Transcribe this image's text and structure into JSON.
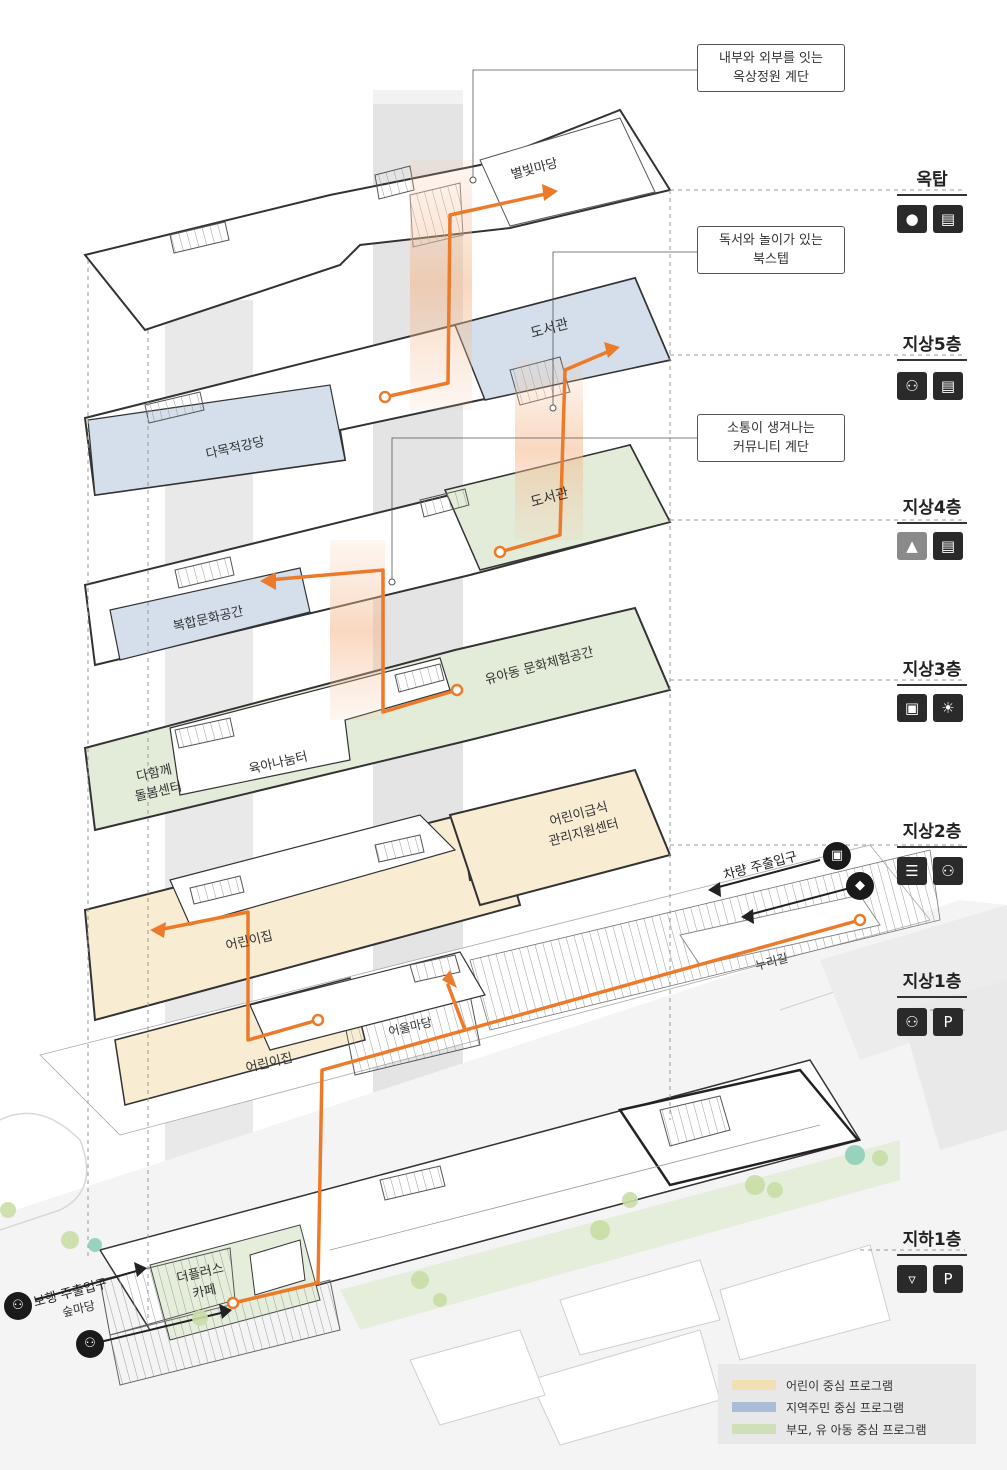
{
  "callouts": {
    "rooftop_stair": "내부와 외부를 잇는\n옥상정원 계단",
    "book_step": "독서와 놀이가 있는\n북스텝",
    "community_stair": "소통이 생겨나는\n커뮤니티 계단"
  },
  "floors": [
    {
      "label": "옥탑",
      "icons": [
        "table-tennis-icon",
        "café-seating-icon"
      ]
    },
    {
      "label": "지상5층",
      "icons": [
        "reading-child-icon",
        "open-book-icon"
      ]
    },
    {
      "label": "지상4층",
      "icons": [
        "hill-play-icon",
        "open-book-icon"
      ]
    },
    {
      "label": "지상3층",
      "icons": [
        "playroom-icon",
        "sun-play-icon"
      ]
    },
    {
      "label": "지상2층",
      "icons": [
        "dining-utensils-icon",
        "parent-child-icon"
      ]
    },
    {
      "label": "지상1층",
      "icons": [
        "family-icon",
        "parking-car-icon"
      ]
    },
    {
      "label": "지하1층",
      "icons": [
        "drink-glass-icon",
        "parking-car-icon"
      ]
    }
  ],
  "rooms": {
    "rooftop": "별빛마당",
    "library5": "도서관",
    "hall5": "다목적강당",
    "library4": "도서관",
    "culture4": "복합문화공간",
    "experience3": "유아동 문화체험공간",
    "care3": "다함께\n돌봄센터",
    "childcare3": "육아나눔터",
    "meal2": "어린이급식\n관리지원센터",
    "kids2": "어린이집",
    "kids1": "어린이집",
    "yard1": "어울마당",
    "cafe": "더플러스\n카페",
    "yard_b1": "숲마당"
  },
  "site_labels": {
    "vehicle_entrance": "차량 주출입구",
    "pedestrian_entrance": "보행 주출입구",
    "street": "누리길"
  },
  "legend": [
    {
      "label": "어린이 중심 프로그램",
      "color": "#f3dfb4"
    },
    {
      "label": "지역주민 중심 프로그램",
      "color": "#a9bed6"
    },
    {
      "label": "부모, 유 아동 중심 프로그램",
      "color": "#cfdfb9"
    }
  ],
  "colors": {
    "path": "#ec7a2b",
    "kids": "#f8ecd2",
    "community": "#d4dfeb",
    "family": "#e3ecd8",
    "tower": "#e6e6e6"
  }
}
